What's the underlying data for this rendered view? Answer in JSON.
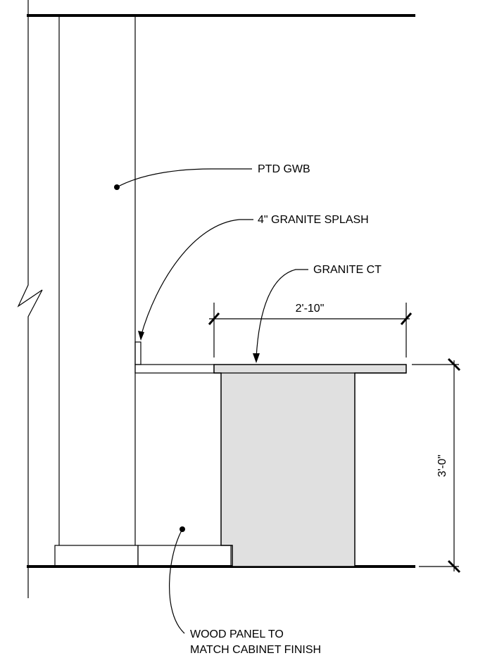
{
  "labels": {
    "ptd_gwb": "PTD GWB",
    "granite_splash": "4\" GRANITE SPLASH",
    "granite_ct": "GRANITE CT",
    "wood_panel_line1": "WOOD PANEL TO",
    "wood_panel_line2": "MATCH CABINET FINISH"
  },
  "dimensions": {
    "countertop_depth": "2'-10\"",
    "counter_height": "3'-0\""
  },
  "colors": {
    "line": "#000000",
    "cabinet_fill": "#e0e0e0",
    "background": "#ffffff"
  }
}
